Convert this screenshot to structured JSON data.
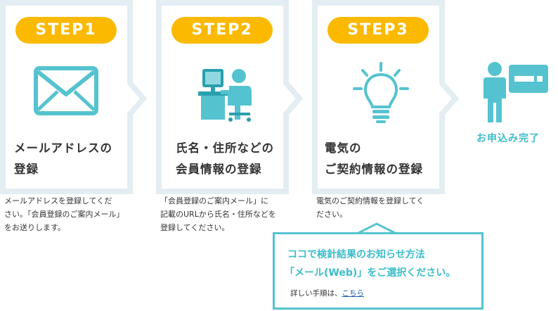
{
  "steps": [
    {
      "badge": "STEP1",
      "icon": "envelope-icon",
      "title_line1": "メールアドレスの",
      "title_line2": "登録",
      "desc_line1": "メールアドレスを登録してくだ",
      "desc_line2": "さい。「会員登録のご案内メール」",
      "desc_line3": "をお送りします。"
    },
    {
      "badge": "STEP2",
      "icon": "person-at-desk-icon",
      "title_line1": "氏名・住所などの",
      "title_line2": "会員情報の登録",
      "desc_line1": "「会員登録のご案内メール」に",
      "desc_line2": "記載のURLから氏名・住所などを",
      "desc_line3": "登録してください。"
    },
    {
      "badge": "STEP3",
      "icon": "lightbulb-icon",
      "title_line1": "電気の",
      "title_line2": "ご契約情報の登録",
      "desc_line1": "電気のご契約情報を登録してく",
      "desc_line2": "ださい。",
      "desc_line3": ""
    }
  ],
  "final": {
    "icon": "person-with-card-icon",
    "label": "お申込み完了"
  },
  "notice": {
    "line1": "ココで検針結果のお知らせ方法",
    "line2": "「メール(Web)」をご選択ください。",
    "detail_prefix": "詳しい手順は、",
    "detail_link": "こちら"
  },
  "colors": {
    "badge": "#fbb900",
    "frame": "#e3edf2",
    "accent": "#3dbdcb",
    "icon": "#55c3cf",
    "icon_dark": "#2a9fad",
    "link": "#1a5fb4"
  }
}
